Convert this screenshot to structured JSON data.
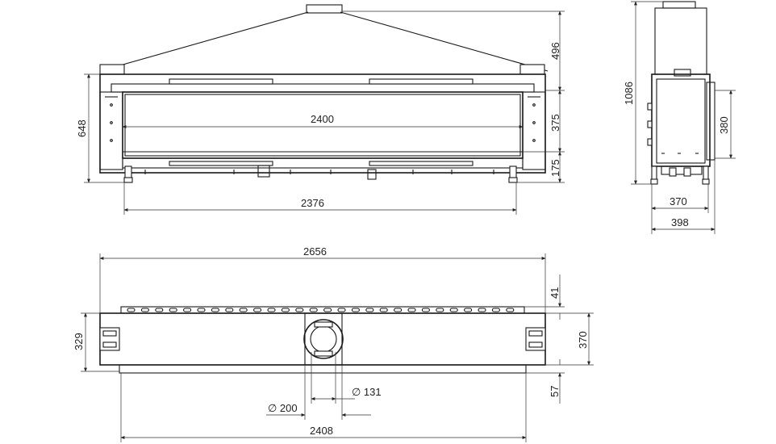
{
  "dimensions": {
    "front": {
      "hood_height": "496",
      "total_height": "648",
      "glass_width": "2400",
      "glass_height": "375",
      "base_height": "175",
      "overall_width": "2376"
    },
    "side": {
      "total_height": "1086",
      "glass_height": "380",
      "depth_inner": "370",
      "depth_outer": "398"
    },
    "top": {
      "overall_width": "2656",
      "front_offset": "41",
      "depth_left": "329",
      "depth_right": "370",
      "rear_offset": "57",
      "outer_flue_diameter": "∅ 200",
      "inner_flue_diameter": "∅ 131",
      "bottom_width": "2408"
    }
  }
}
